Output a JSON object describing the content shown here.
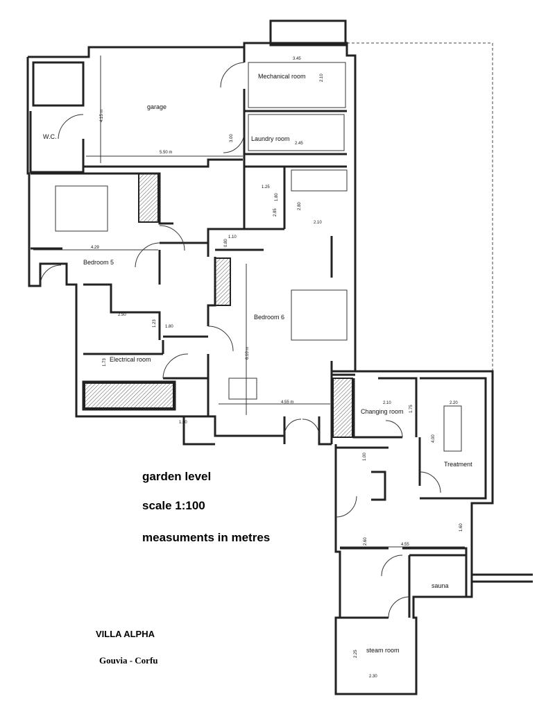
{
  "rooms": {
    "mechanical": "Mechanical room",
    "garage": "garage",
    "wc": "W.C.",
    "laundry": "Laundry room",
    "bedroom5": "Bedroom 5",
    "bedroom6": "Bedroom 6",
    "electrical": "Electrical room",
    "changing": "Changing room",
    "treatment": "Treatment",
    "sauna": "sauna",
    "steam": "steam room"
  },
  "dimensions": {
    "d345": "3.45",
    "d210a": "2.10",
    "d415": "4.15 m",
    "d550": "5.50 m",
    "d300": "3.00",
    "d245": "2.45",
    "d125": "1.25",
    "d180a": "1.80",
    "d285": "2.85",
    "d280": "2.80",
    "d210b": "2.10",
    "d110": "1.10",
    "d080": "0.80",
    "d429": "4.29",
    "d250": "2.50",
    "d123": "1.23",
    "d180b": "1.80",
    "d610": "6.10 m",
    "d173": "1.73",
    "d455a": "4.55 m",
    "d210c": "2.10",
    "d220": "2.20",
    "d400": "4.00",
    "d100": "1.00",
    "d160": "1.60",
    "d455b": "4.55",
    "d225": "2.25",
    "d230": "2.30",
    "d260": "2.60",
    "d175": "1.75",
    "d150": "1.50"
  },
  "notes": {
    "level": "garden level",
    "scale": "scale 1:100",
    "units": "measuments in metres"
  },
  "project": {
    "name": "VILLA  ALPHA",
    "location": "Gouvia - Corfu"
  }
}
